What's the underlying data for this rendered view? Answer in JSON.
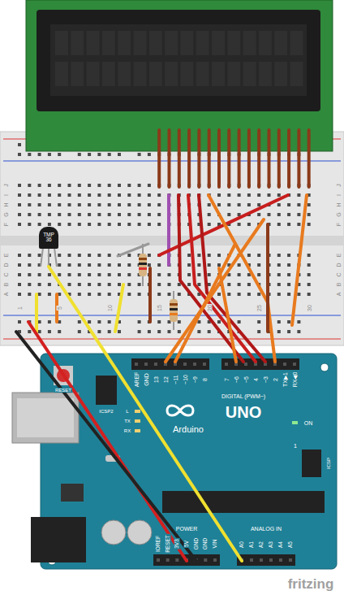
{
  "diagram": {
    "nodes": [
      {
        "text": [
          "TMP 36"
        ]
      },
      {
        "text": [
          "UNO",
          "Arduino"
        ]
      }
    ],
    "labels": [
      "J",
      "I",
      "H",
      "G",
      "F",
      "E",
      "D",
      "C",
      "B",
      "A",
      "J",
      "I",
      "H",
      "G",
      "F",
      "E",
      "D",
      "C",
      "B",
      "A",
      "1",
      "5",
      "10",
      "15",
      "20",
      "25",
      "30",
      "RESET",
      "ICSP2",
      "AREF",
      "GND",
      "13",
      "12",
      "~11",
      "~10",
      "~9",
      "8",
      "7",
      "~6",
      "~5",
      "4",
      "~3",
      "2",
      "TX▶1",
      "RX◀0",
      "DIGITAL (PWM~)",
      "L",
      "TX",
      "RX",
      "ON",
      "1",
      "ICSP",
      "IOREF",
      "RESET",
      "3V3",
      "5V",
      "GND",
      "GND",
      "VIN",
      "POWER",
      "A0",
      "A1",
      "A2",
      "A3",
      "A4",
      "A5",
      "ANALOG IN",
      "fritzing"
    ]
  }
}
